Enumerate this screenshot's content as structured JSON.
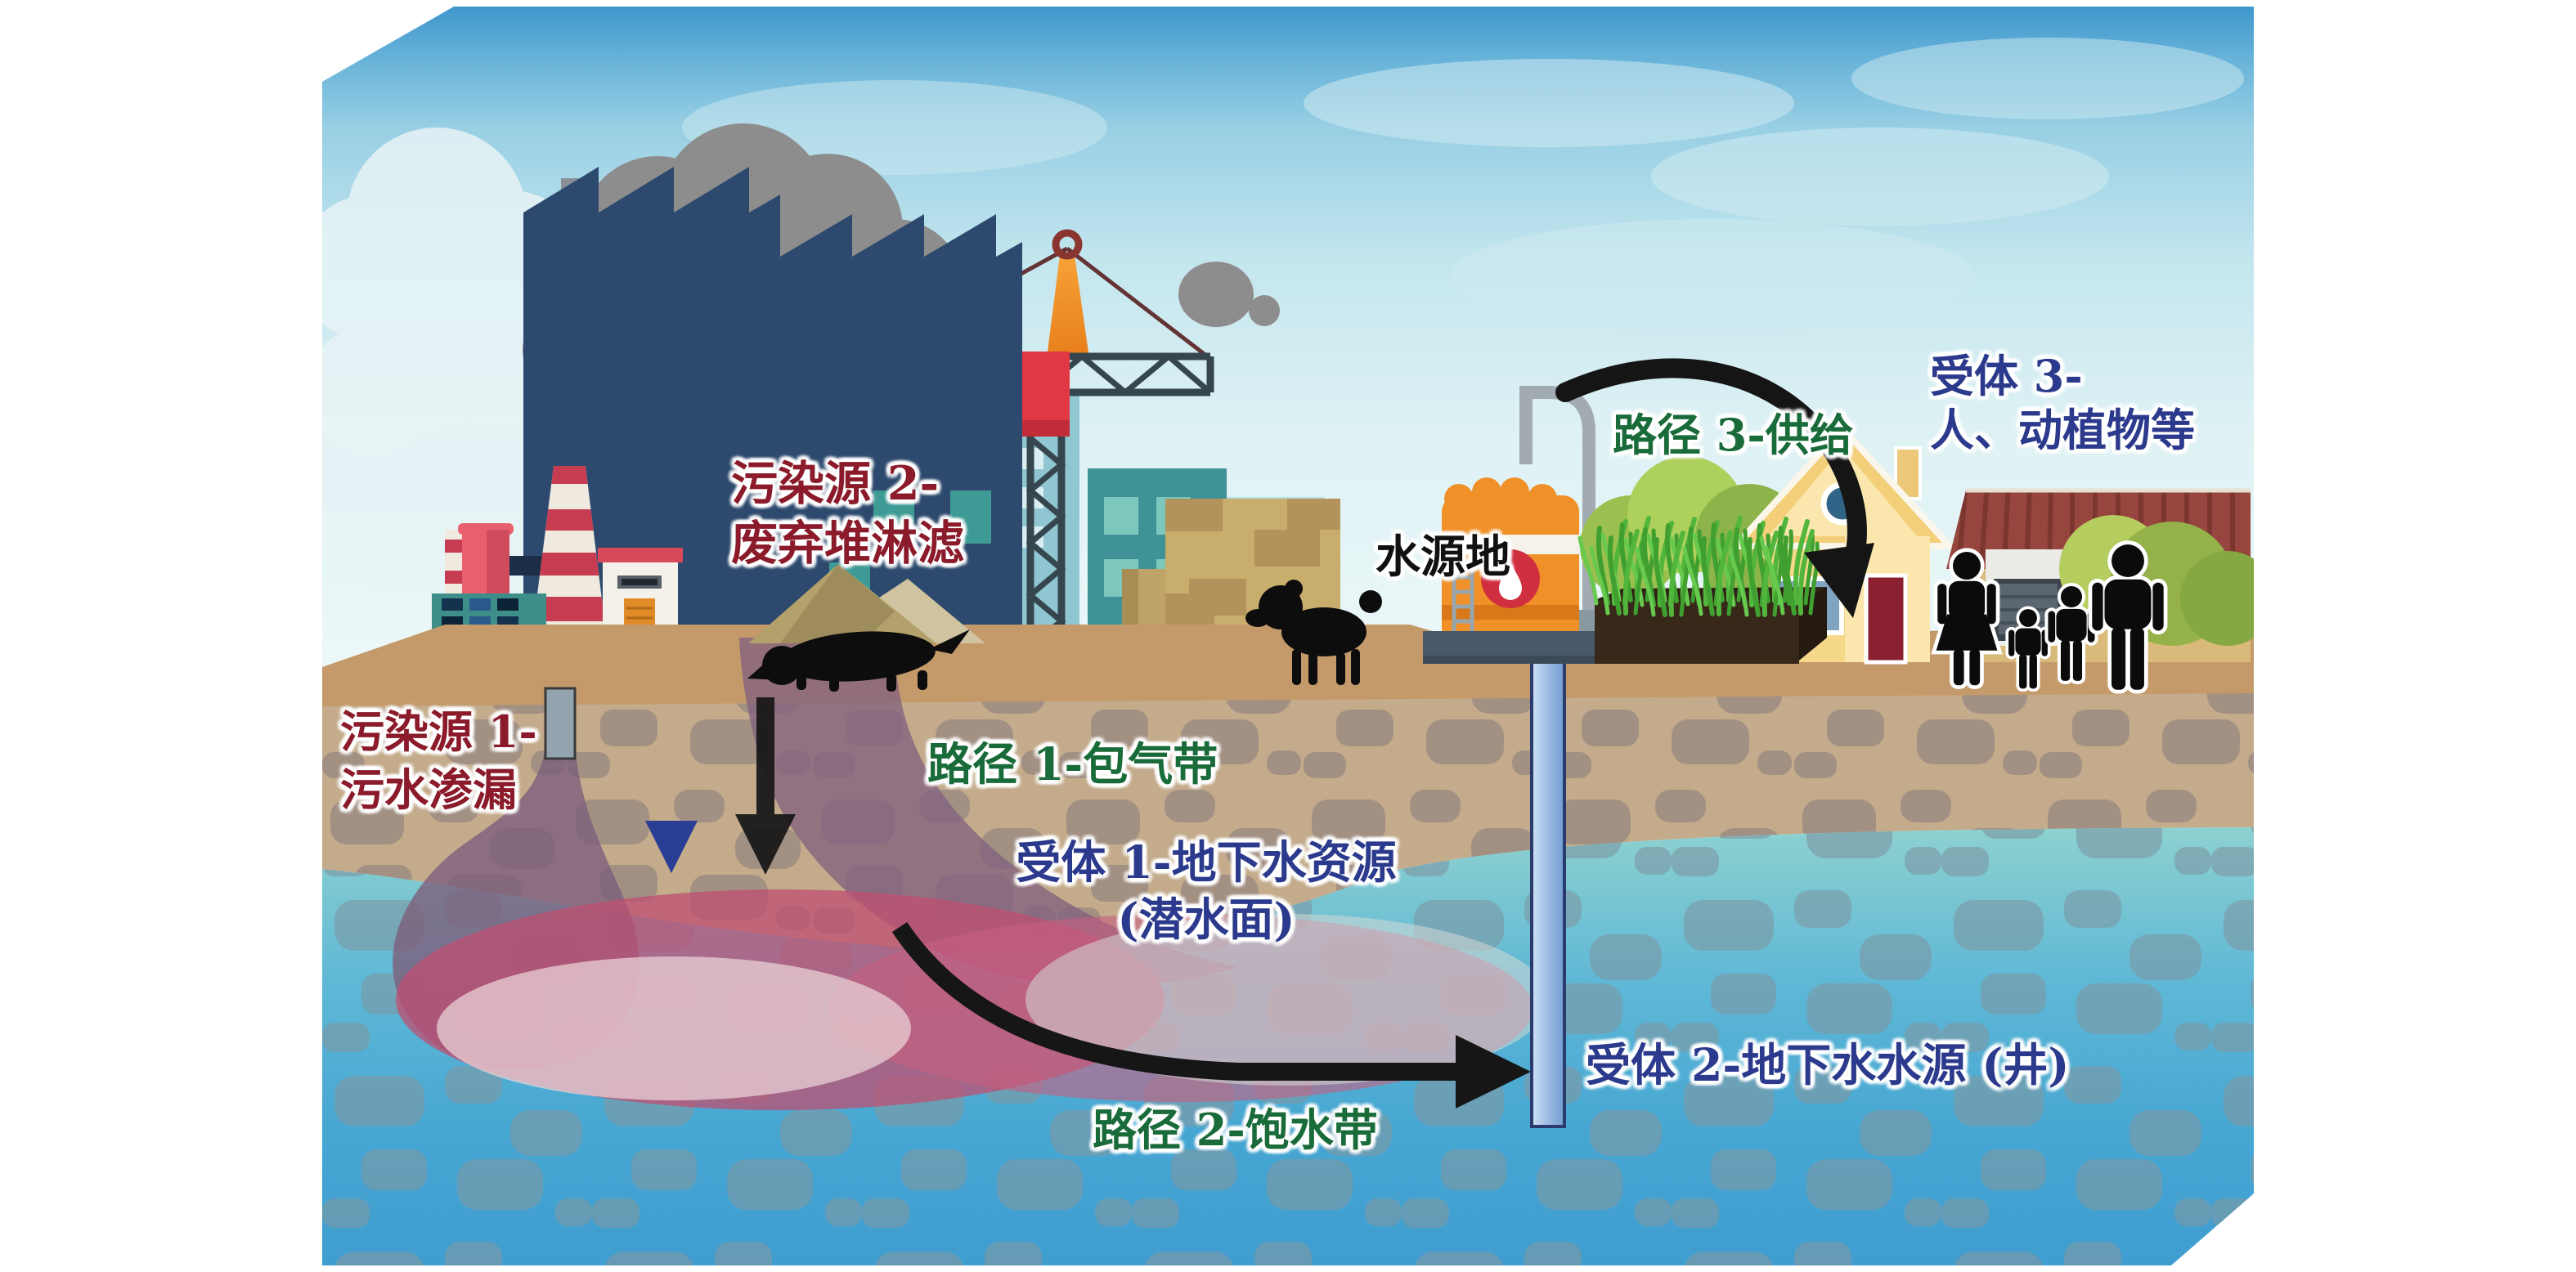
{
  "diagram": {
    "labels": {
      "source2_line1": "污染源 2-",
      "source2_line2": "废弃堆淋滤",
      "source1_line1": "污染源 1-",
      "source1_line2": "污水渗漏",
      "path1": "路径 1-包气带",
      "receptor1_line1": "受体 1-地下水资源",
      "receptor1_line2": "(潜水面)",
      "path2": "路径 2-饱水带",
      "receptor2": "受体 2-地下水水源 (井)",
      "water_source": "水源地",
      "path3": "路径 3-供给",
      "receptor3_line1": "受体 3-",
      "receptor3_line2": "人、动植物等"
    },
    "colors": {
      "source_label": "#8b1a2a",
      "path_label": "#1a6b3a",
      "receptor_label": "#2b3a8c",
      "water_source_label": "#111111",
      "sky_top": "#3f97cc",
      "ground": "#c49a6a",
      "vadose_zone": "#c3ab8b",
      "saturated_zone": "#57b5d7",
      "deep_water": "#3f9dd0",
      "plume_magenta": "#bf4f72",
      "plume_mauve": "#7d5f7c",
      "tank_orange": "#f09028",
      "crane_red": "#e23844",
      "factory_navy": "#2d4a6e"
    },
    "scene_icons": [
      "factory-icon",
      "smoke-icon",
      "crane-icon",
      "city-buildings-icon",
      "cargo-boxes-icon",
      "waste-pile-icon",
      "scavenging-animal-icon",
      "dog-icon",
      "water-tank-icon",
      "ladder-icon",
      "water-drop-icon",
      "crops-icon",
      "bushes-icon",
      "yellow-house-icon",
      "neighbor-house-icon",
      "garage-icon",
      "family-icon",
      "well-pipe-icon",
      "water-table-marker-icon",
      "leakage-pipe-icon",
      "contaminant-plume-icon",
      "pathway1-arrow-icon",
      "pathway2-arrow-icon",
      "pathway3-arrow-icon"
    ]
  }
}
